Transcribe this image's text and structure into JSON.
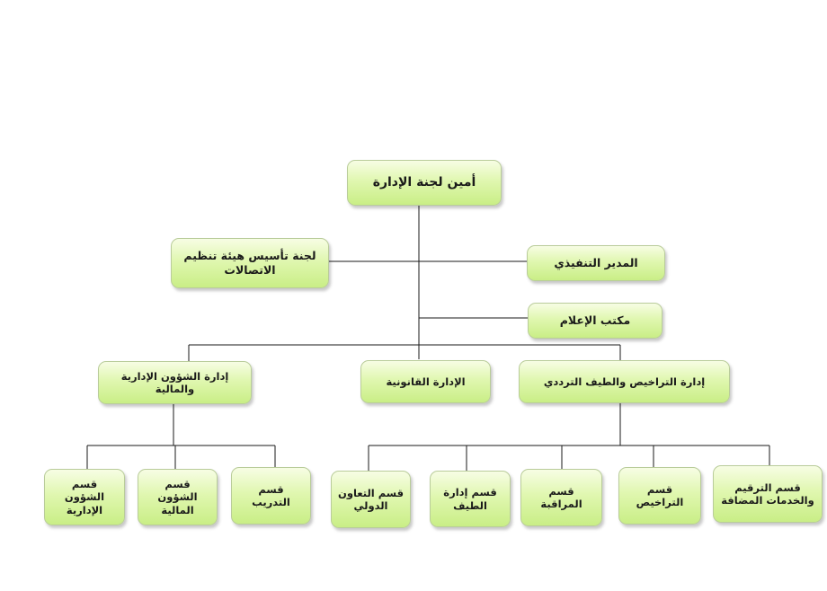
{
  "org": {
    "top": "أمين لجنة الإدارة",
    "committee": "لجنة تأسيس هيئة تنظيم\nالاتصالات",
    "executive": "المدير التنفيذي",
    "media_office": "مكتب الإعلام",
    "dept_admin_finance": "إدارة الشؤون الإدارية\nوالمالية",
    "dept_legal": "الإدارة القانونية",
    "dept_licensing": "إدارة التراخيص والطيف الترددي",
    "sec_admin_affairs": "قسم الشؤون\nالإدارية",
    "sec_financial_affairs": "قسم الشؤون\nالمالية",
    "sec_training": "قسم\nالتدريب",
    "sec_intl_coop": "قسم التعاون\nالدولي",
    "sec_spectrum": "قسم إدارة\nالطيف",
    "sec_monitoring": "قسم\nالمراقبة",
    "sec_licenses": "قسم\nالتراخيص",
    "sec_numbering": "قسم الترقيم\nوالخدمات المضافة"
  },
  "colors": {
    "box_top": "#f7fde4",
    "box_bottom": "#c9ee86",
    "box_border": "#b9cc9a",
    "connector": "#1a1a1a"
  }
}
